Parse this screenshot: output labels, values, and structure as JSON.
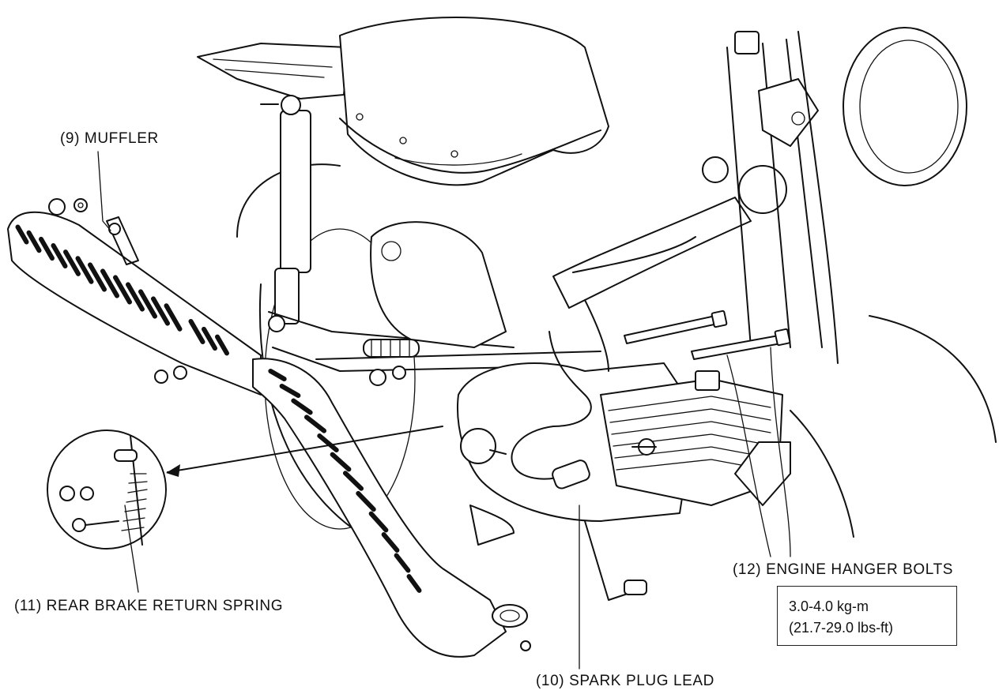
{
  "labels": {
    "muffler": "(9) MUFFLER",
    "spring": "(11) REAR BRAKE RETURN SPRING",
    "plug": "(10) SPARK PLUG LEAD",
    "hanger": "(12) ENGINE HANGER BOLTS"
  },
  "torque": {
    "metric": "3.0-4.0 kg-m",
    "imperial": "(21.7-29.0 lbs-ft)"
  }
}
